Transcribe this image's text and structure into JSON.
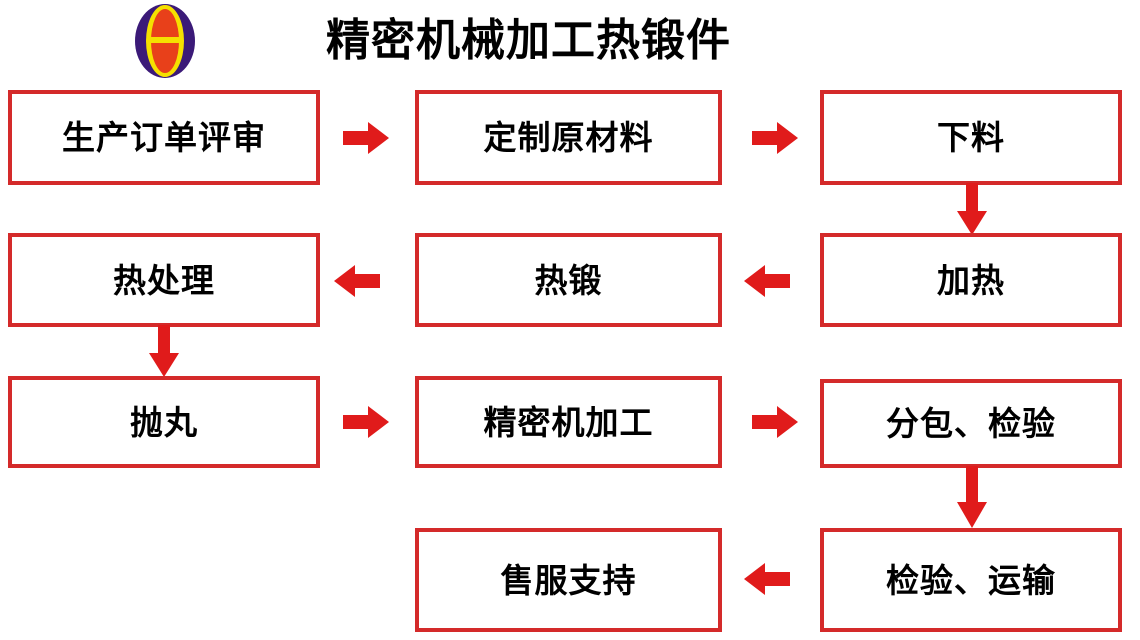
{
  "header": {
    "title": "精密机械加工热锻件",
    "logo_name": "company-logo",
    "logo_colors": {
      "outer_ring": "#3b1a78",
      "mid_ring": "#f5e000",
      "inner": "#e8401a",
      "bar": "#f5e000"
    }
  },
  "theme": {
    "box_border": "#d42a2a",
    "box_fill": "#ffffff",
    "arrow_color": "#e01b1b",
    "text_color": "#000000",
    "background": "#ffffff"
  },
  "flowchart": {
    "type": "process-flow",
    "direction": "boustrophedon",
    "nodes": [
      {
        "id": "n1",
        "label": "生产订单评审",
        "row": 1,
        "col": 1
      },
      {
        "id": "n2",
        "label": "定制原材料",
        "row": 1,
        "col": 2
      },
      {
        "id": "n3",
        "label": "下料",
        "row": 1,
        "col": 3
      },
      {
        "id": "n4",
        "label": "热处理",
        "row": 2,
        "col": 1
      },
      {
        "id": "n5",
        "label": "热锻",
        "row": 2,
        "col": 2
      },
      {
        "id": "n6",
        "label": "加热",
        "row": 2,
        "col": 3
      },
      {
        "id": "n7",
        "label": "抛丸",
        "row": 3,
        "col": 1
      },
      {
        "id": "n8",
        "label": "精密机加工",
        "row": 3,
        "col": 2
      },
      {
        "id": "n9",
        "label": "分包、检验",
        "row": 3,
        "col": 3
      },
      {
        "id": "n10",
        "label": "售服支持",
        "row": 4,
        "col": 2
      },
      {
        "id": "n11",
        "label": "检验、运输",
        "row": 4,
        "col": 3
      }
    ],
    "edges": [
      {
        "from": "n1",
        "to": "n2",
        "direction": "right"
      },
      {
        "from": "n2",
        "to": "n3",
        "direction": "right"
      },
      {
        "from": "n3",
        "to": "n6",
        "direction": "down"
      },
      {
        "from": "n6",
        "to": "n5",
        "direction": "left"
      },
      {
        "from": "n5",
        "to": "n4",
        "direction": "left"
      },
      {
        "from": "n4",
        "to": "n7",
        "direction": "down"
      },
      {
        "from": "n7",
        "to": "n8",
        "direction": "right"
      },
      {
        "from": "n8",
        "to": "n9",
        "direction": "right"
      },
      {
        "from": "n9",
        "to": "n11",
        "direction": "down"
      },
      {
        "from": "n11",
        "to": "n10",
        "direction": "left"
      }
    ]
  }
}
